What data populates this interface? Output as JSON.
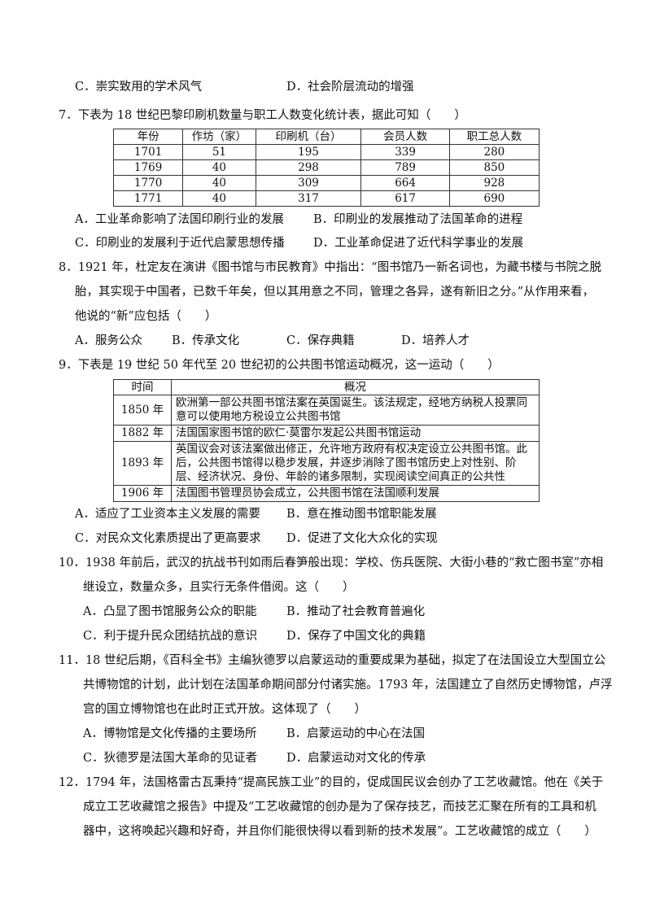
{
  "q6_tail": {
    "optC": "C．崇实致用的学术风气",
    "optD": "D．社会阶层流动的增强"
  },
  "q7": {
    "stem": "7．下表为 18 世纪巴黎印刷机数量与职工人数变化统计表，据此可知（　　）",
    "headers": [
      "年份",
      "作坊（家）",
      "印刷机（台）",
      "会员人数",
      "职工总人数"
    ],
    "rows": [
      [
        "1701",
        "51",
        "195",
        "339",
        "280"
      ],
      [
        "1769",
        "40",
        "298",
        "789",
        "850"
      ],
      [
        "1770",
        "40",
        "309",
        "664",
        "928"
      ],
      [
        "1771",
        "40",
        "317",
        "617",
        "690"
      ]
    ],
    "optA": "A．工业革命影响了法国印刷行业的发展",
    "optB": "B．印刷业的发展推动了法国革命的进程",
    "optC": "C．印刷业的发展利于近代启蒙思想传播",
    "optD": "D．工业革命促进了近代科学事业的发展"
  },
  "q8": {
    "line1": "8．1921 年，杜定友在演讲《图书馆与市民教育》中指出：“图书馆乃一新名词也，为藏书楼与书院之脱",
    "line2": "胎，其实现于中国者，已数千年矣，但以其用意之不同，管理之各异，遂有新旧之分。”从作用来看，",
    "line3": "他说的“新”应包括（　　）",
    "optA": "A．服务公众",
    "optB": "B．传承文化",
    "optC": "C．保存典籍",
    "optD": "D．培养人才"
  },
  "q9": {
    "stem": "9．下表是 19 世纪 50 年代至 20 世纪初的公共图书馆运动概况，这一运动（　　）",
    "headers": [
      "时间",
      "概况"
    ],
    "rows": [
      {
        "year": "1850 年",
        "text": "欧洲第一部公共图书馆法案在英国诞生。该法规定，经地方纳税人投票同意可以使用地方税设立公共图书馆"
      },
      {
        "year": "1882 年",
        "text": "法国国家图书馆的欧仁·莫雷尔发起公共图书馆运动"
      },
      {
        "year": "1893 年",
        "text": "英国议会对该法案做出修正，允许地方政府有权决定设立公共图书馆。此后，公共图书馆得以稳步发展，并逐步消除了图书馆历史上对性别、阶层、经济状况、身份、年龄的诸多限制，实现阅读空间真正的公共性"
      },
      {
        "year": "1906 年",
        "text": "法国图书管理员协会成立，公共图书馆在法国顺利发展"
      }
    ],
    "optA": "A．适应了工业资本主义发展的需要",
    "optB": "B．意在推动图书馆职能发展",
    "optC": "C．对民众文化素质提出了更高要求",
    "optD": "D．促进了文化大众化的实现"
  },
  "q10": {
    "line1": "10．1938 年前后，武汉的抗战书刊如雨后春笋般出现：学校、伤兵医院、大街小巷的“救亡图书室”亦相",
    "line2": "继设立，数量众多，且实行无条件借阅。这（　　）",
    "optA": "A．凸显了图书馆服务公众的职能",
    "optB": "B．推动了社会教育普遍化",
    "optC": "C．利于提升民众团结抗战的意识",
    "optD": "D．保存了中国文化的典籍"
  },
  "q11": {
    "line1": "11．18 世纪后期，《百科全书》主编狄德罗以启蒙运动的重要成果为基础，拟定了在法国设立大型国立公",
    "line2": "共博物馆的计划，此计划在法国革命期间部分付诸实施。1793 年，法国建立了自然历史博物馆，卢浮",
    "line3": "宫的国立博物馆也在此时正式开放。这体现了（　　）",
    "optA": "A．博物馆是文化传播的主要场所",
    "optB": "B．启蒙运动的中心在法国",
    "optC": "C．狄德罗是法国大革命的见证者",
    "optD": "D．启蒙运动对文化的传承"
  },
  "q12": {
    "line1": "12．1794 年，法国格雷古瓦秉持“提高民族工业”的目的，促成国民议会创办了工艺收藏馆。他在《关于",
    "line2": "成立工艺收藏馆之报告》中提及“工艺收藏馆的创办是为了保存技艺，而技艺汇聚在所有的工具和机",
    "line3": "器中，这将唤起兴趣和好奇，并且你们能很快得以看到新的技术发展”。工艺收藏馆的成立（　　）"
  }
}
